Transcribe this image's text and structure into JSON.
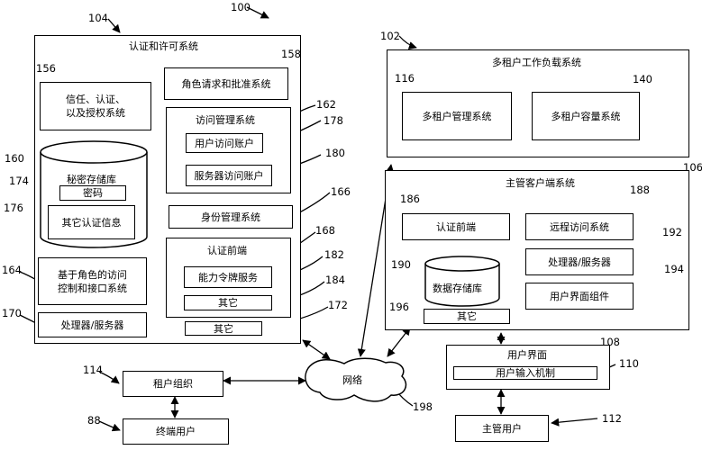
{
  "refs": {
    "r100": "100",
    "r104": "104",
    "r102": "102",
    "r156": "156",
    "r158": "158",
    "r162": "162",
    "r178": "178",
    "r180": "180",
    "r160": "160",
    "r174": "174",
    "r176": "176",
    "r166": "166",
    "r168": "168",
    "r182": "182",
    "r184": "184",
    "r172": "172",
    "r164": "164",
    "r170": "170",
    "r116": "116",
    "r140": "140",
    "r106": "106",
    "r186": "186",
    "r188": "188",
    "r190": "190",
    "r192": "192",
    "r194": "194",
    "r196": "196",
    "r114": "114",
    "r108": "108",
    "r110": "110",
    "r88": "88",
    "r198": "198",
    "r112": "112"
  },
  "auth_system": {
    "title": "认证和许可系统",
    "trust": "信任、认证、\n以及授权系统",
    "role_request": "角色请求和批准系统",
    "access_mgmt": "访问管理系统",
    "user_account": "用户访问账户",
    "server_account": "服务器访问账户",
    "secret_store": "秘密存储库",
    "password": "密码",
    "other_auth": "其它认证信息",
    "identity_mgmt": "身份管理系统",
    "auth_frontend": "认证前端",
    "token_service": "能力令牌服务",
    "other_inner": "其它",
    "other_outer": "其它",
    "rbac": "基于角色的访问\n控制和接口系统",
    "processor": "处理器/服务器"
  },
  "multi_tenant": {
    "title": "多租户工作负载系统",
    "mgmt": "多租户管理系统",
    "capacity": "多租户容量系统"
  },
  "host_client": {
    "title": "主管客户端系统",
    "auth_frontend": "认证前端",
    "remote_access": "远程访问系统",
    "processor": "处理器/服务器",
    "data_store": "数据存储库",
    "ui_component": "用户界面组件",
    "other": "其它"
  },
  "bottom": {
    "tenant_org": "租户组织",
    "end_user": "终端用户",
    "network": "网络",
    "user_interface": "用户界面",
    "user_input": "用户输入机制",
    "admin_user": "主管用户"
  }
}
